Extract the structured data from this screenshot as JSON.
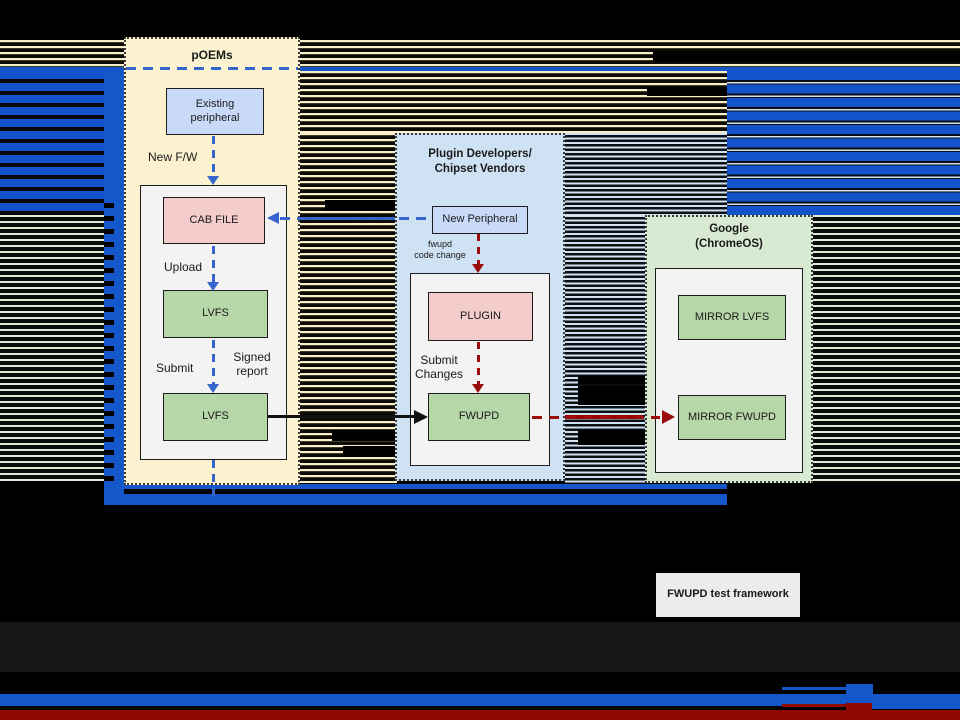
{
  "colors": {
    "glitch_blue": "#1353cb",
    "bar_blue": "#1656cb",
    "bar_dark_red": "#8e0a03",
    "arrow_blue": "#3565cd",
    "arrow_dark_red": "#9b0d0d",
    "arrow_black": "#111111",
    "panel_cream": "#fdf2cf",
    "panel_light_blue": "#cfe2f3",
    "panel_light_green": "#d9ead3",
    "box_blue": "#c9daf8",
    "box_pink": "#f4cccc",
    "box_green": "#b6d7a8",
    "container_grey": "#f3f3f3",
    "test_framework_grey": "#ececec"
  },
  "panels": {
    "poems": {
      "title": "pOEMs"
    },
    "plugin": {
      "title": "Plugin Developers/\nChipset Vendors"
    },
    "google": {
      "title": "Google\n(ChromeOS)"
    }
  },
  "boxes": {
    "existing_peripheral": "Existing\nperipheral",
    "cab_file": "CAB FILE",
    "lvfs_upload": "LVFS",
    "lvfs_submit": "LVFS",
    "new_peripheral": "New Peripheral",
    "plugin": "PLUGIN",
    "fwupd": "FWUPD",
    "mirror_lvfs": "MIRROR LVFS",
    "mirror_fwupd": "MIRROR FWUPD",
    "test_framework": "FWUPD test framework"
  },
  "labels": {
    "new_fw": "New F/W",
    "upload": "Upload",
    "submit": "Submit",
    "signed_report": "Signed\nreport",
    "fwupd_code_change": "fwupd\ncode change",
    "submit_changes": "Submit\nChanges"
  }
}
